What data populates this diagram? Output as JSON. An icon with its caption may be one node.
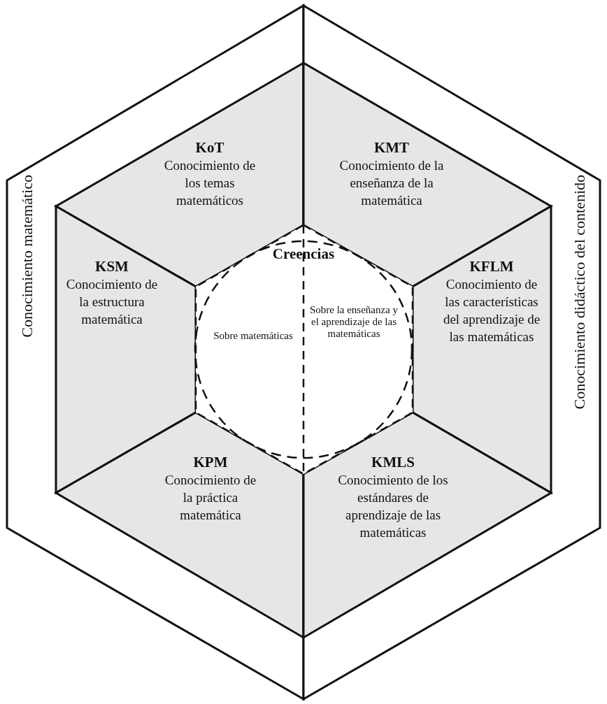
{
  "diagram": {
    "nodes": [
      {
        "text": [
          "Conocimiento matemático"
        ]
      },
      {
        "text": [
          "Conocimiento didáctico del contenido"
        ]
      },
      {
        "text": [
          "KoT",
          "Conocimiento de los temas matemáticos"
        ],
        "in": 0
      },
      {
        "text": [
          "KMT",
          "Conocimiento de la enseñanza de la matemática"
        ],
        "in": 1
      },
      {
        "text": [
          "Creencias",
          "Sobre matemáticas",
          "Sobre la enseñanza y el aprendizaje de las matemáticas"
        ]
      },
      {
        "text": [
          "KSM",
          "Conocimiento de la estructura matemática"
        ],
        "in": 0
      },
      {
        "text": [
          "KFLM",
          "Conocimiento de las características del aprendizaje de las matemáticas"
        ],
        "in": 1
      },
      {
        "text": [
          "KPM",
          "Conocimiento de la práctica matemática"
        ],
        "in": 0
      },
      {
        "text": [
          "KMLS",
          "Conocimiento de los estándares de aprendizaje de las matemáticas"
        ],
        "in": 1
      }
    ],
    "edges": []
  }
}
